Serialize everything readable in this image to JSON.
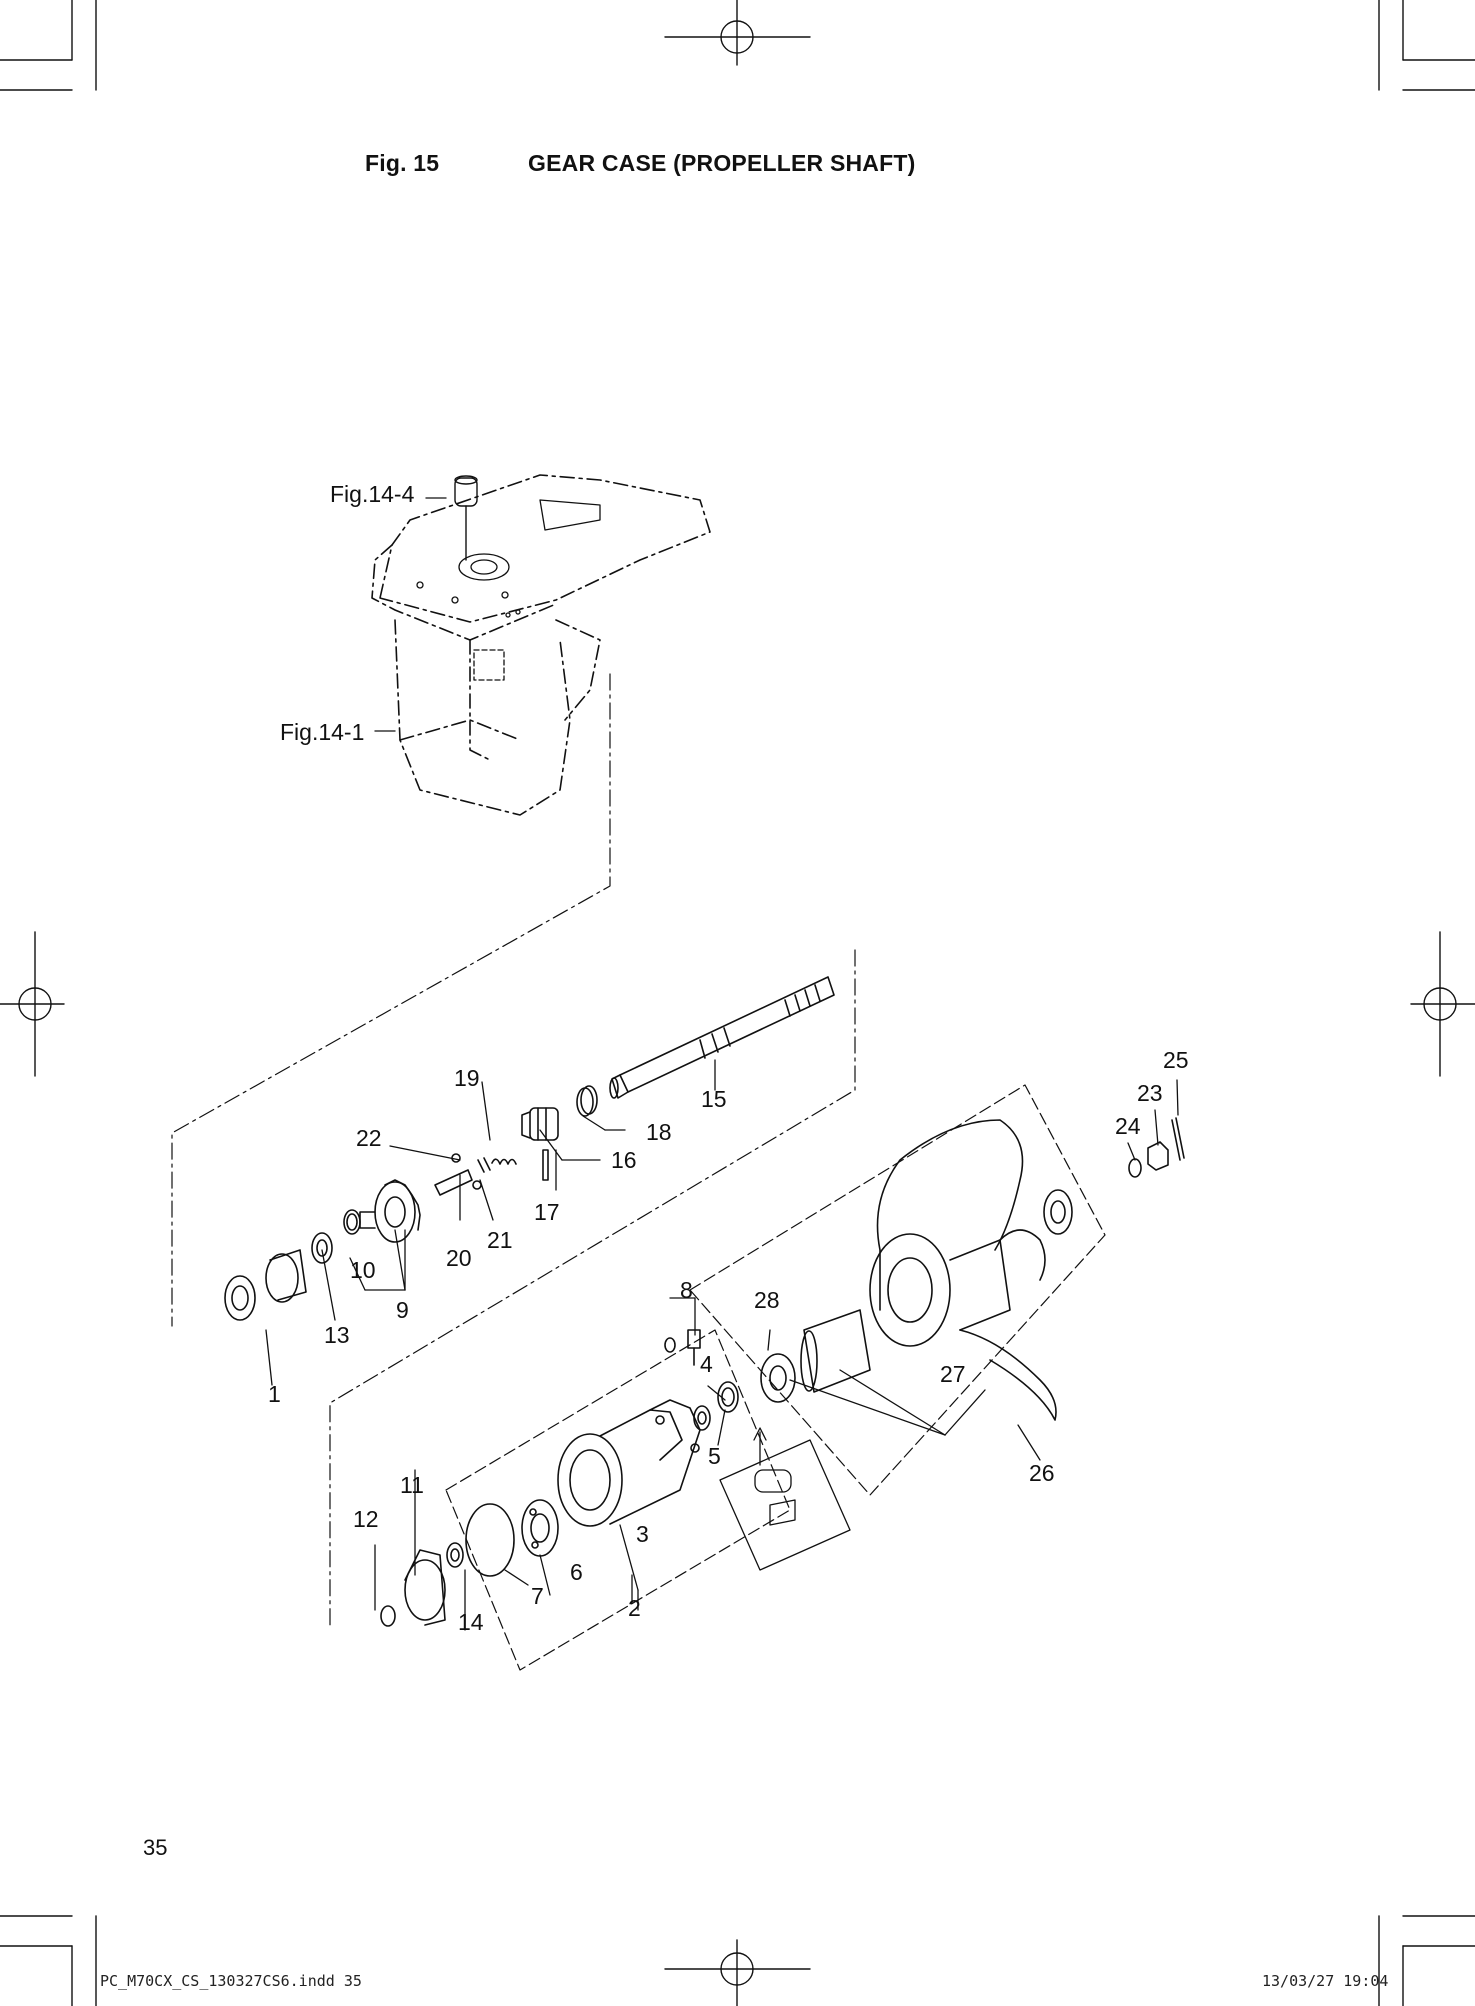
{
  "header": {
    "figure_number": "Fig. 15",
    "title": "GEAR CASE (PROPELLER SHAFT)"
  },
  "references": {
    "upper_casing": "Fig.14-4",
    "lower_casing": "Fig.14-1"
  },
  "callouts": [
    "1",
    "2",
    "3",
    "4",
    "5",
    "6",
    "7",
    "8",
    "9",
    "10",
    "11",
    "12",
    "13",
    "14",
    "15",
    "16",
    "17",
    "18",
    "19",
    "20",
    "21",
    "22",
    "23",
    "24",
    "25",
    "26",
    "27",
    "28"
  ],
  "footer": {
    "page_number": "35",
    "file_name": "PC_M70CX_CS_130327CS6.indd  35",
    "timestamp": "13/03/27  19:04"
  },
  "colors": {
    "ink": "#111111",
    "paper": "#ffffff"
  }
}
